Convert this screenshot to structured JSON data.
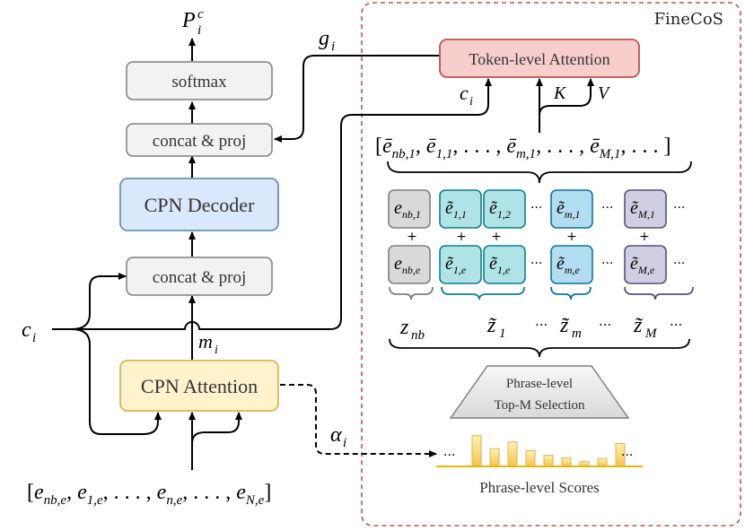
{
  "left": {
    "output_label": "P",
    "output_sub": "i",
    "output_sup": "c",
    "softmax": "softmax",
    "concat_top": "concat & proj",
    "decoder": "CPN Decoder",
    "concat_bottom": "concat & proj",
    "attention": "CPN Attention",
    "input_c": "c",
    "input_c_sub": "i",
    "m_label": "m",
    "m_sub": "i",
    "g_label": "g",
    "g_sub": "i",
    "alpha_label": "α",
    "alpha_sub": "i",
    "input_seq": "[e_{nb,e}, e_{1,e}, ..., e_{n,e}, ..., e_{N,e}]"
  },
  "fine": {
    "title": "FineCoS",
    "token_attention": "Token-level Attention",
    "c_label": "c",
    "c_sub": "i",
    "k_label": "K",
    "v_label": "V",
    "top_seq": "[ē_{nb,1}, ē_{1,1}, ..., ē_{m,1}, ..., ē_{M,1}, ...]",
    "row1": [
      {
        "base": "e",
        "sub": "nb,1",
        "tilde": false
      },
      {
        "base": "e",
        "sub": "1,1",
        "tilde": true
      },
      {
        "base": "e",
        "sub": "1,2",
        "tilde": true
      },
      {
        "base": "e",
        "sub": "m,1",
        "tilde": true
      },
      {
        "base": "e",
        "sub": "M,1",
        "tilde": true
      }
    ],
    "row2": [
      {
        "base": "e",
        "sub": "nb,e",
        "tilde": false
      },
      {
        "base": "e",
        "sub": "1,e",
        "tilde": true
      },
      {
        "base": "e",
        "sub": "1,e",
        "tilde": true
      },
      {
        "base": "e",
        "sub": "m,e",
        "tilde": true
      },
      {
        "base": "e",
        "sub": "M,e",
        "tilde": true
      }
    ],
    "ellipsis": "···",
    "plus": "+",
    "z_labels": [
      {
        "base": "z",
        "sub": "nb",
        "tilde": false
      },
      {
        "base": "z",
        "sub": "1",
        "tilde": true
      },
      {
        "base": "z",
        "sub": "m",
        "tilde": true
      },
      {
        "base": "z",
        "sub": "M",
        "tilde": true
      }
    ],
    "selection_line1": "Phrase-level",
    "selection_line2": "Top-M Selection",
    "scores_label": "Phrase-level Scores",
    "score_bars": [
      0.78,
      0.45,
      0.62,
      0.4,
      0.28,
      0.22,
      0.12,
      0.2,
      0.58
    ]
  },
  "colors": {
    "gray_fill": "#f2f2f2",
    "gray_stroke": "#7f7f7f",
    "decoder_fill": "#dae8fc",
    "decoder_stroke": "#6c8ebf",
    "attention_fill": "#fff2cc",
    "attention_stroke": "#d6b656",
    "token_fill": "#f8cecc",
    "token_stroke": "#b85450",
    "teal_fill": "#b0e3e6",
    "teal_stroke": "#0e8088",
    "blue_fill": "#b1ddf0",
    "blue_stroke": "#10739e",
    "purple_fill": "#d0cee2",
    "purple_stroke": "#56517e",
    "dark_gray_fill": "#d9d9d9",
    "bar_fill": "#ffe599",
    "bar_stroke": "#d6b656",
    "dashed_frame": "#c0504d"
  }
}
